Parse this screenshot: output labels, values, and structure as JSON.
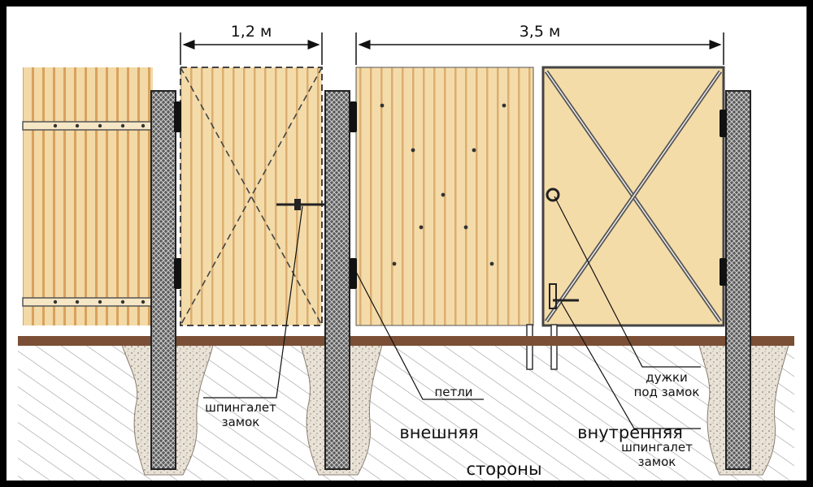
{
  "dimensions": {
    "wicket_width": "1,2 м",
    "gate_width": "3,5 м"
  },
  "labels": {
    "bolt_lock": [
      "шпингалет",
      "замок"
    ],
    "hinges": "петли",
    "lock_brackets": [
      "дужки",
      "под замок"
    ],
    "inner_bolt_lock": [
      "шпингалет",
      "замок"
    ],
    "outer_side": "внешняя",
    "inner_side": "внутренняя",
    "sides": "стороны"
  },
  "colors": {
    "board": "#f2d9a6",
    "board_stripe": "#d79f5a",
    "gate_panel": "#f4dca9",
    "ground": "#7a4f35",
    "soil_hatch": "#9a9a9a",
    "post": "#3a3a3a",
    "frame": "#555555"
  }
}
